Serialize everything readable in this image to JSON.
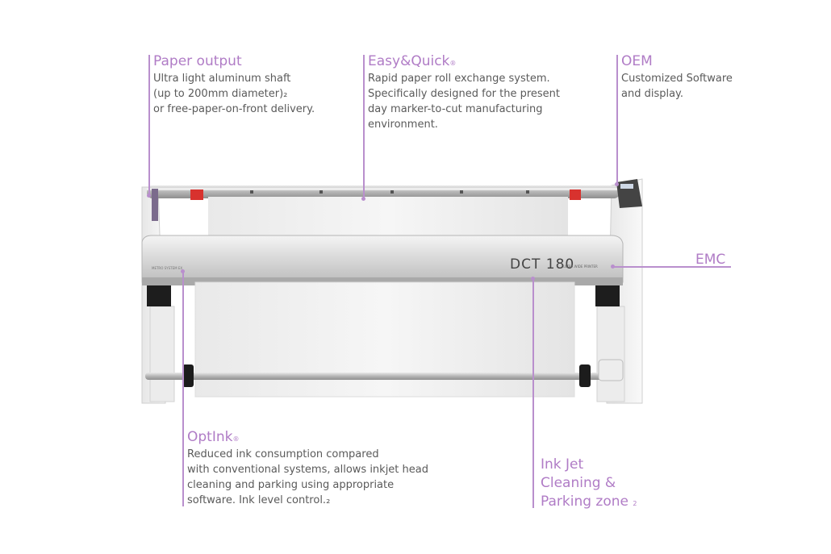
{
  "callouts": {
    "paper_output": {
      "title": "Paper output",
      "body": "Ultra light aluminum shaft\n(up to 200mm diameter)₂\nor free-paper-on-front delivery."
    },
    "easy_quick": {
      "title": "Easy&Quick",
      "mark": "®",
      "body": "Rapid paper roll exchange system.\nSpecifically designed for the present\nday marker-to-cut manufacturing\nenvironment."
    },
    "oem": {
      "title": "OEM",
      "body": "Customized Software\nand display."
    },
    "emc": {
      "title": "EMC"
    },
    "optink": {
      "title": "OptInk",
      "mark": "®",
      "body": "Reduced ink consumption compared\nwith conventional systems, allows inkjet head\ncleaning and parking using appropriate\nsoftware. Ink level control.₂"
    },
    "ink_jet": {
      "title_line1": "Ink Jet",
      "title_line2": "Cleaning &",
      "title_line3": "Parking zone",
      "mark": "2"
    }
  },
  "printer": {
    "brand": "DCT 180",
    "sub": "ULTRA WIDE PRINTER",
    "small_label": "METRO SYSTEM EX"
  },
  "colors": {
    "accent": "#b98fcd",
    "title": "#b07cc6",
    "body_text": "#5a5a5a"
  }
}
